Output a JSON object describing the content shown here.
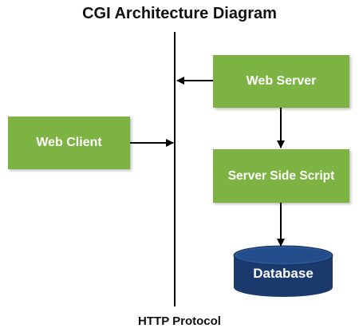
{
  "title": "CGI Architecture Diagram",
  "footer_label": "HTTP Protocol",
  "nodes": {
    "web_client": "Web Client",
    "web_server": "Web Server",
    "server_side_script": "Server Side Script",
    "database": "Database"
  },
  "colors": {
    "box_green": "#7cb342",
    "db_dark": "#1a3a6e",
    "db_top": "#2b5594",
    "line": "#000000"
  }
}
